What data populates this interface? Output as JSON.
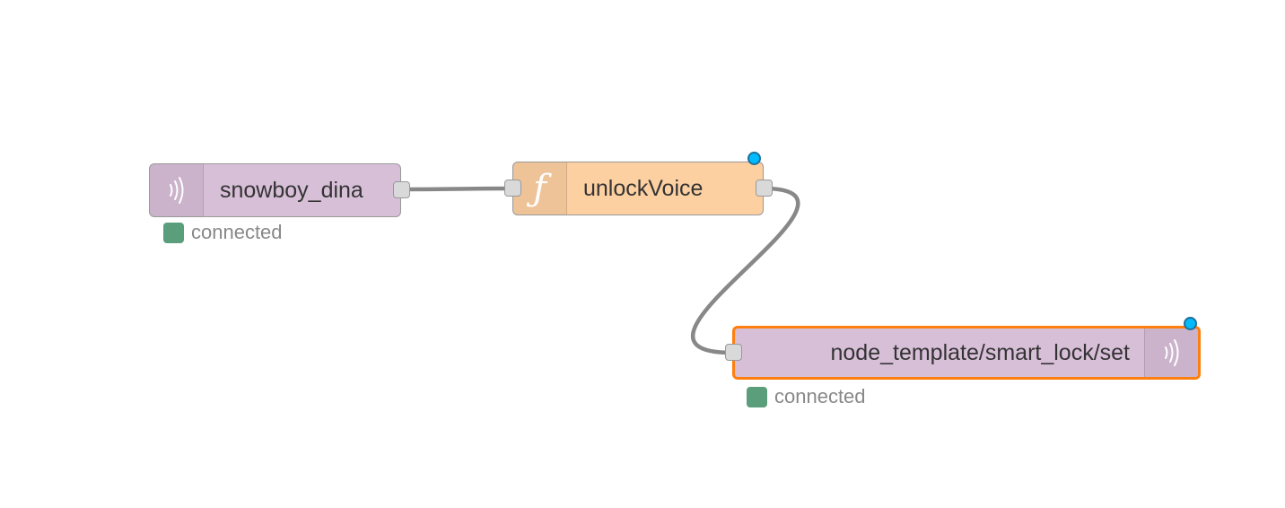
{
  "colors": {
    "mqtt_node": "#d8bfd8",
    "function_node": "#fdd0a2",
    "selected_border": "#ff7f0e",
    "status_connected": "#5a9e7c",
    "wire": "#888888",
    "changed_indicator": "#00bcff"
  },
  "nodes": {
    "mqtt_in": {
      "label": "snowboy_dina",
      "icon": "bridge-icon",
      "status": "connected"
    },
    "function": {
      "label": "unlockVoice",
      "icon": "function-icon",
      "icon_glyph": "ƒ"
    },
    "mqtt_out": {
      "label": "node_template/smart_lock/set",
      "icon": "bridge-icon",
      "status": "connected"
    }
  }
}
